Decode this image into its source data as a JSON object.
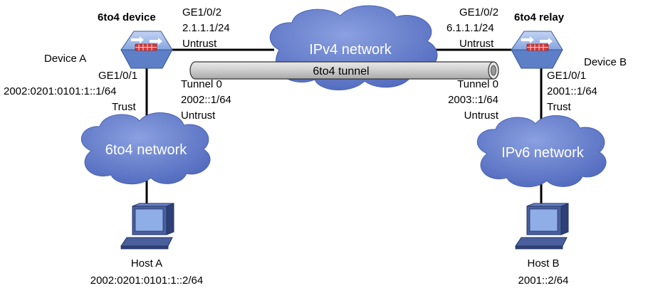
{
  "colors": {
    "cloud": "#5a74c6",
    "cloud_light": "#7d95da",
    "device_blue": "#7e9fde",
    "device_top": "#a9c0ec",
    "firewall_red": "#d63a3a",
    "tunnel_gray": "#c8c8c8",
    "line": "#000000"
  },
  "left": {
    "role": "6to4 device",
    "device_name": "Device A",
    "ge2_interface": "GE1/0/2",
    "ge2_ip": "2.1.1.1/24",
    "ge2_zone": "Untrust",
    "ge1_interface": "GE1/0/1",
    "ge1_ip": "2002:0201:0101:1::1/64",
    "ge1_zone": "Trust",
    "tunnel_name": "Tunnel 0",
    "tunnel_ip": "2002::1/64",
    "tunnel_zone": "Untrust",
    "network": "6to4 network",
    "host_name": "Host A",
    "host_ip": "2002:0201:0101:1::2/64"
  },
  "center": {
    "network": "IPv4 network",
    "tunnel": "6to4 tunnel"
  },
  "right": {
    "role": "6to4 relay",
    "device_name": "Device B",
    "ge2_interface": "GE1/0/2",
    "ge2_ip": "6.1.1.1/24",
    "ge2_zone": "Untrust",
    "ge1_interface": "GE1/0/1",
    "ge1_ip": "2001::1/64",
    "ge1_zone": "Trust",
    "tunnel_name": "Tunnel 0",
    "tunnel_ip": "2003::1/64",
    "tunnel_zone": "Untrust",
    "network": "IPv6 network",
    "host_name": "Host B",
    "host_ip": "2001::2/64"
  }
}
